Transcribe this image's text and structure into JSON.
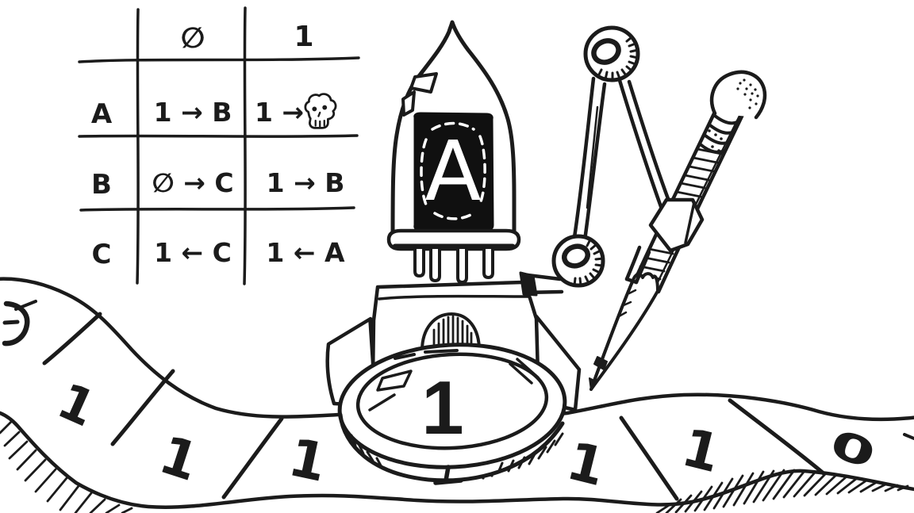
{
  "illustration": {
    "description": "Hand-drawn ink cartoon of a Turing machine: state table, vacuum-tube state display, magnifying lens head over a paper tape, compass and pencil",
    "ink_color": "#1b1b1b",
    "background_color": "#ffffff"
  },
  "transition_table": {
    "columns": [
      "∅",
      "1"
    ],
    "rows": [
      {
        "state": "A",
        "on_zero": "1 → B",
        "on_one": "1 →",
        "on_one_icon": "skull"
      },
      {
        "state": "B",
        "on_zero": "∅ → C",
        "on_one": "1 → B"
      },
      {
        "state": "C",
        "on_zero": "1 ← C",
        "on_one": "1 ← A"
      }
    ]
  },
  "machine": {
    "state_display": "A",
    "lens_magnified_symbol": "1"
  },
  "tape": {
    "partial_left_symbol": "0 (partially visible at left edge, drawn shape)",
    "cells": [
      "1",
      "1",
      "1",
      "1",
      "1"
    ],
    "cell_under_lens": "1",
    "right_end_symbol": "0"
  }
}
